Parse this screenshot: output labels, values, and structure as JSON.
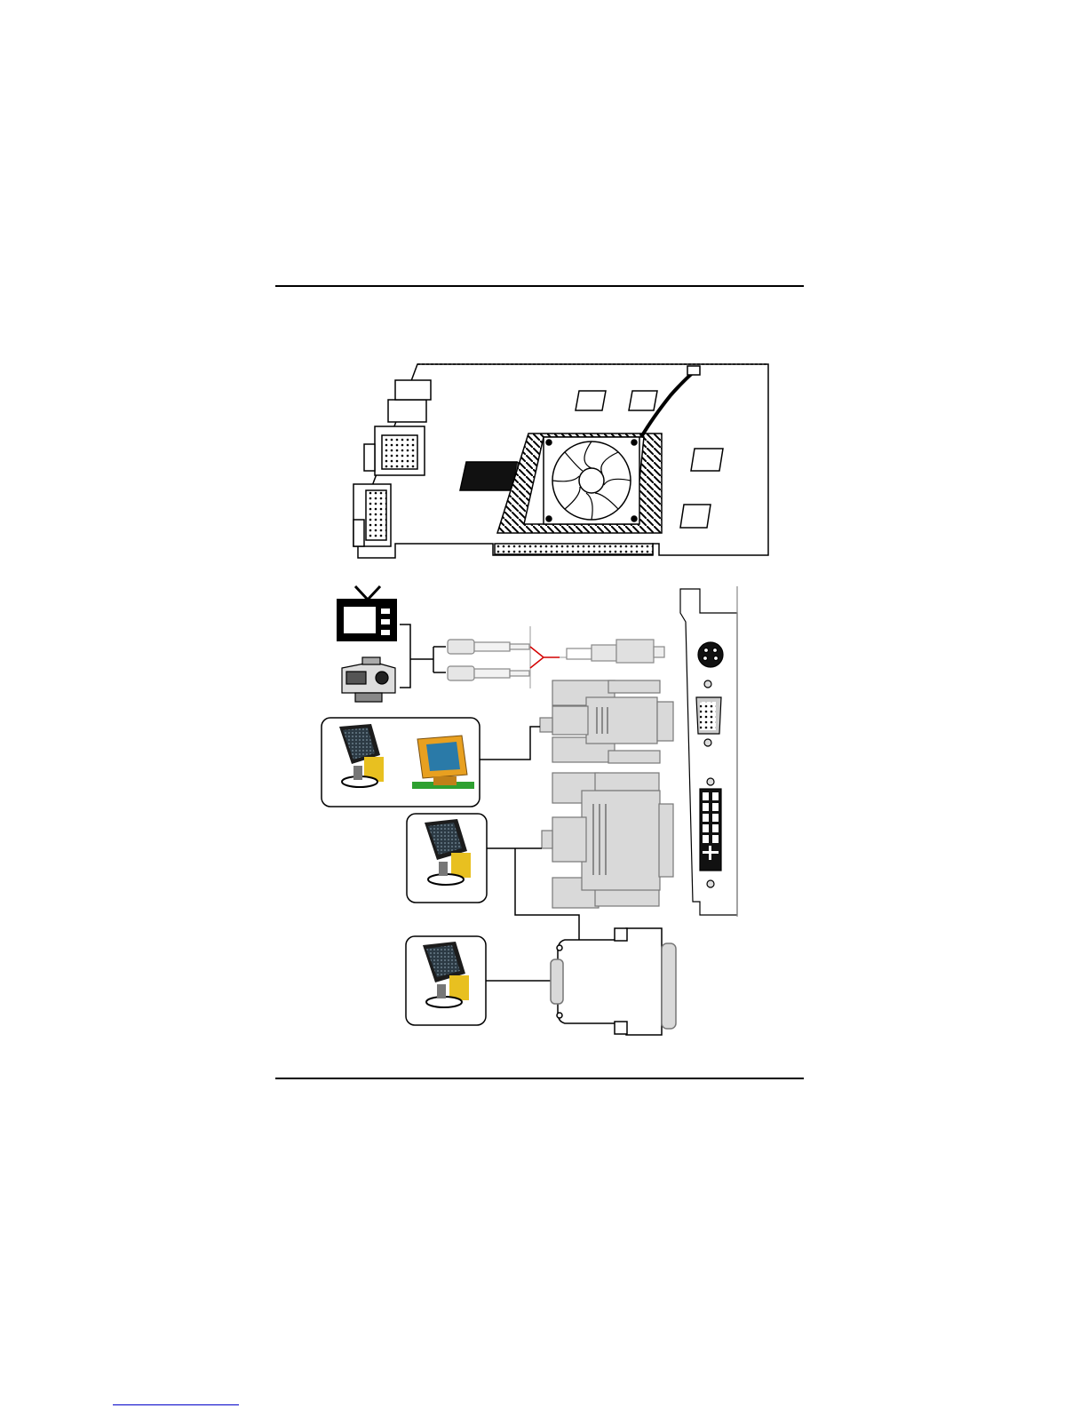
{
  "page": {
    "background": "#ffffff",
    "rule_color": "#000000",
    "footnote_rule_color": "#0000c8"
  },
  "diagram": {
    "components": [
      {
        "id": "graphics-card",
        "icon": "graphics-card-icon"
      },
      {
        "id": "tv",
        "icon": "tv-icon"
      },
      {
        "id": "projector",
        "icon": "projector-icon"
      },
      {
        "id": "svideo-cable",
        "icon": "svideo-cable-icon"
      },
      {
        "id": "vga-connector",
        "icon": "vga-connector-icon"
      },
      {
        "id": "crt-monitors",
        "icon": "crt-monitor-icon"
      },
      {
        "id": "dvi-connector",
        "icon": "dvi-connector-icon"
      },
      {
        "id": "dvi-monitor",
        "icon": "lcd-monitor-icon"
      },
      {
        "id": "dvi-vga-adapter",
        "icon": "dvi-vga-adapter-icon"
      },
      {
        "id": "analog-monitor",
        "icon": "lcd-monitor-icon"
      },
      {
        "id": "io-bracket",
        "icon": "io-bracket-icon"
      }
    ],
    "colors": {
      "line": "#000000",
      "connector_fill": "#d9d9d9",
      "svideo_split": "#d40000",
      "monitor_yellow": "#e8c020",
      "monitor_screen": "#2a7aa8"
    }
  }
}
